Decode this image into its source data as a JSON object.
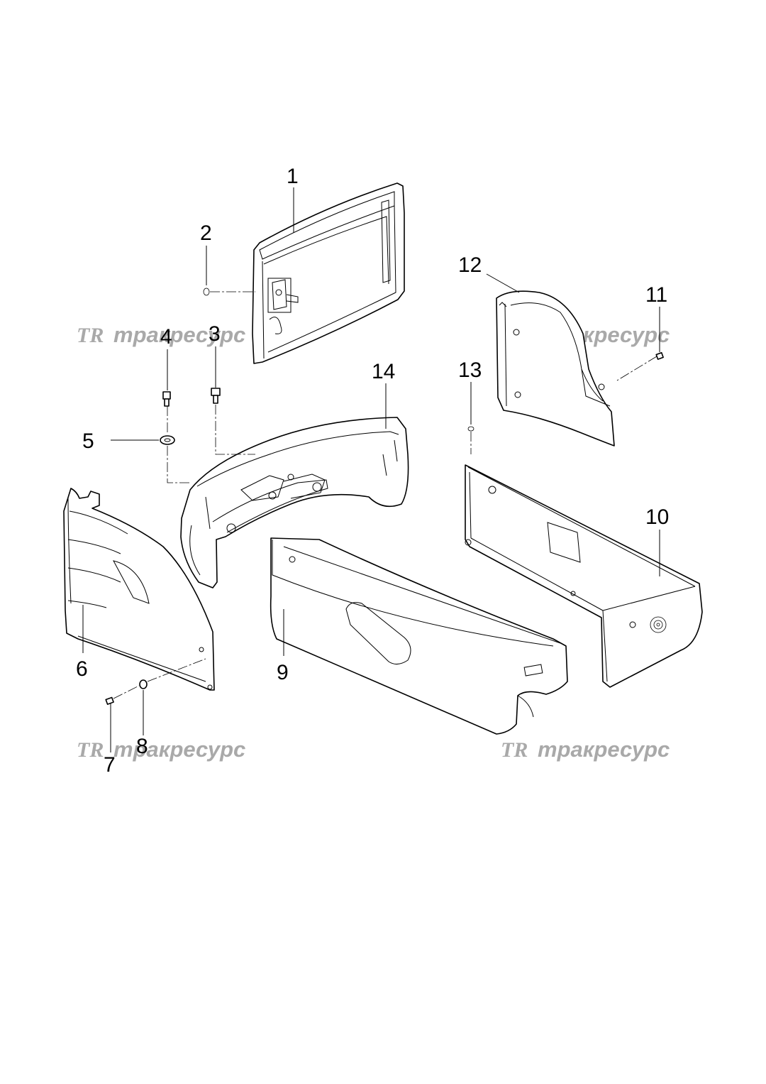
{
  "callouts": {
    "c1": "1",
    "c2": "2",
    "c3": "3",
    "c4": "4",
    "c5": "5",
    "c6": "6",
    "c7": "7",
    "c8": "8",
    "c9": "9",
    "c10": "10",
    "c11": "11",
    "c12": "12",
    "c13": "13",
    "c14": "14"
  },
  "watermark": {
    "logo": "TR",
    "text": "тракресурс",
    "color": "#a9a9a9"
  }
}
